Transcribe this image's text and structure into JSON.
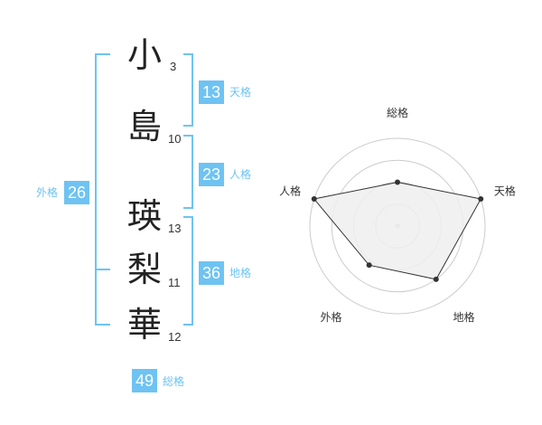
{
  "name_chars": [
    {
      "char": "小",
      "strokes": "3"
    },
    {
      "char": "島",
      "strokes": "10"
    },
    {
      "char": "瑛",
      "strokes": "13"
    },
    {
      "char": "梨",
      "strokes": "11"
    },
    {
      "char": "華",
      "strokes": "12"
    }
  ],
  "fortune": {
    "tenkaku": {
      "value": "13",
      "label": "天格"
    },
    "jinkaku": {
      "value": "23",
      "label": "人格"
    },
    "chikaku": {
      "value": "36",
      "label": "地格"
    },
    "gaikaku": {
      "value": "26",
      "label": "外格"
    },
    "soukaku": {
      "value": "49",
      "label": "総格"
    }
  },
  "colors": {
    "accent": "#6ec3f2",
    "text": "#222222",
    "radar_fill": "#eeeeee",
    "ring": "#cccccc"
  },
  "chart_data": {
    "type": "radar",
    "axes": [
      "総格",
      "天格",
      "地格",
      "外格",
      "人格"
    ],
    "values": [
      0.5,
      1.0,
      0.75,
      0.55,
      1.0
    ],
    "range": [
      0,
      1
    ],
    "rings": 4
  }
}
